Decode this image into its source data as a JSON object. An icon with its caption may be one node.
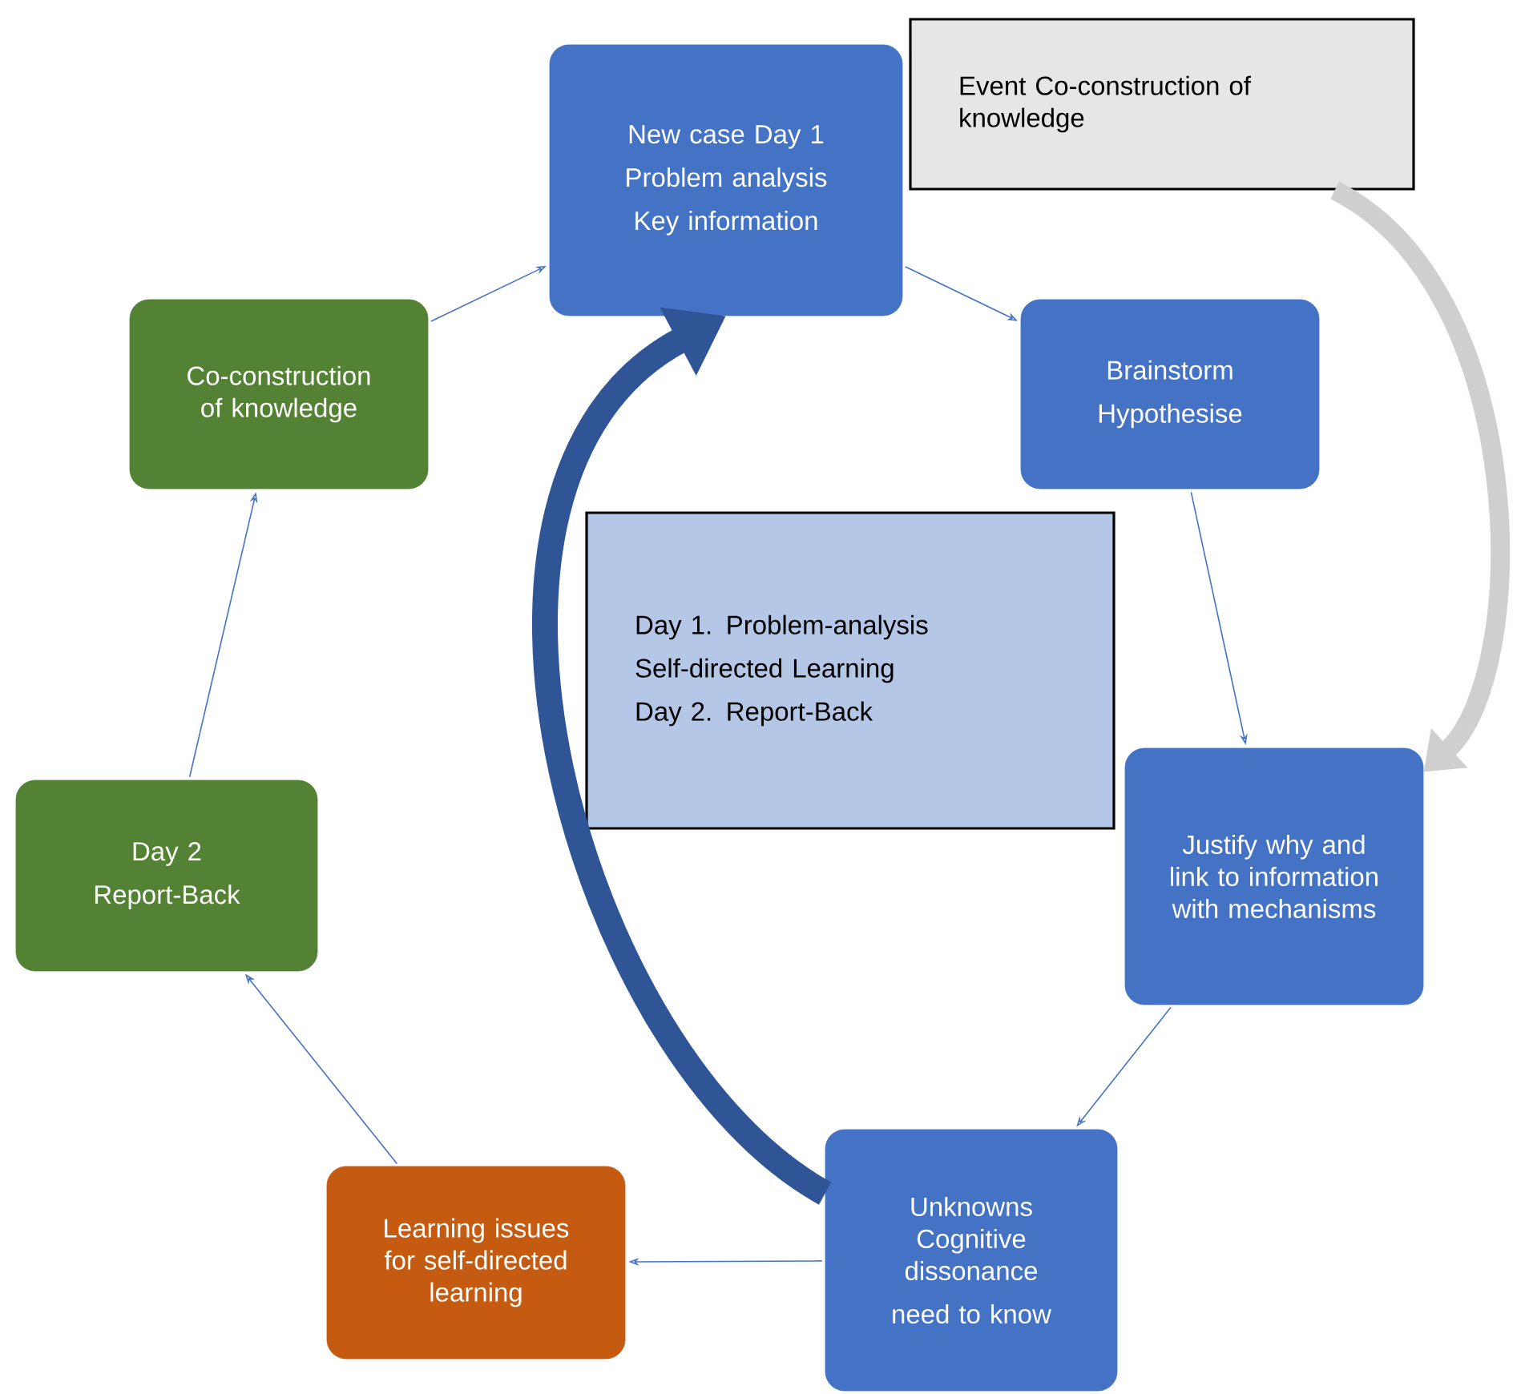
{
  "diagram": {
    "nodes": [
      {
        "text": [
          "New case Day 1",
          "Problem analysis",
          "Key information"
        ]
      },
      {
        "text": [
          "Event Co-construction of knowledge"
        ]
      },
      {
        "text": [
          "Brainstorm",
          "Hypothesise"
        ]
      },
      {
        "text": [
          "Justify why and link to information with mechanisms"
        ]
      },
      {
        "text": [
          "Unknowns Cognitive dissonance",
          "need to know"
        ]
      },
      {
        "text": [
          "Learning issues for self-directed learning"
        ]
      },
      {
        "text": [
          "Day 2",
          "Report-Back"
        ]
      },
      {
        "text": [
          "Co-construction of knowledge"
        ]
      },
      {
        "text": [
          "Day 1. Problem-analysis",
          "Self-directed Learning",
          "Day 2. Report-Back"
        ]
      }
    ],
    "edges": [
      {
        "from": 0,
        "to": 2,
        "arrow": "to"
      },
      {
        "from": 2,
        "to": 3,
        "arrow": "to"
      },
      {
        "from": 3,
        "to": 4,
        "arrow": "to"
      },
      {
        "from": 4,
        "to": 5,
        "arrow": "to"
      },
      {
        "from": 5,
        "to": 6,
        "arrow": "to"
      },
      {
        "from": 6,
        "to": 7,
        "arrow": "to"
      },
      {
        "from": 7,
        "to": 0,
        "arrow": "to"
      },
      {
        "from": 4,
        "to": 0,
        "arrow": "to",
        "style": "thick",
        "color": "#2f5597"
      },
      {
        "from": 1,
        "to": 3,
        "arrow": "to",
        "style": "thick",
        "color": "#d0cece"
      }
    ]
  }
}
